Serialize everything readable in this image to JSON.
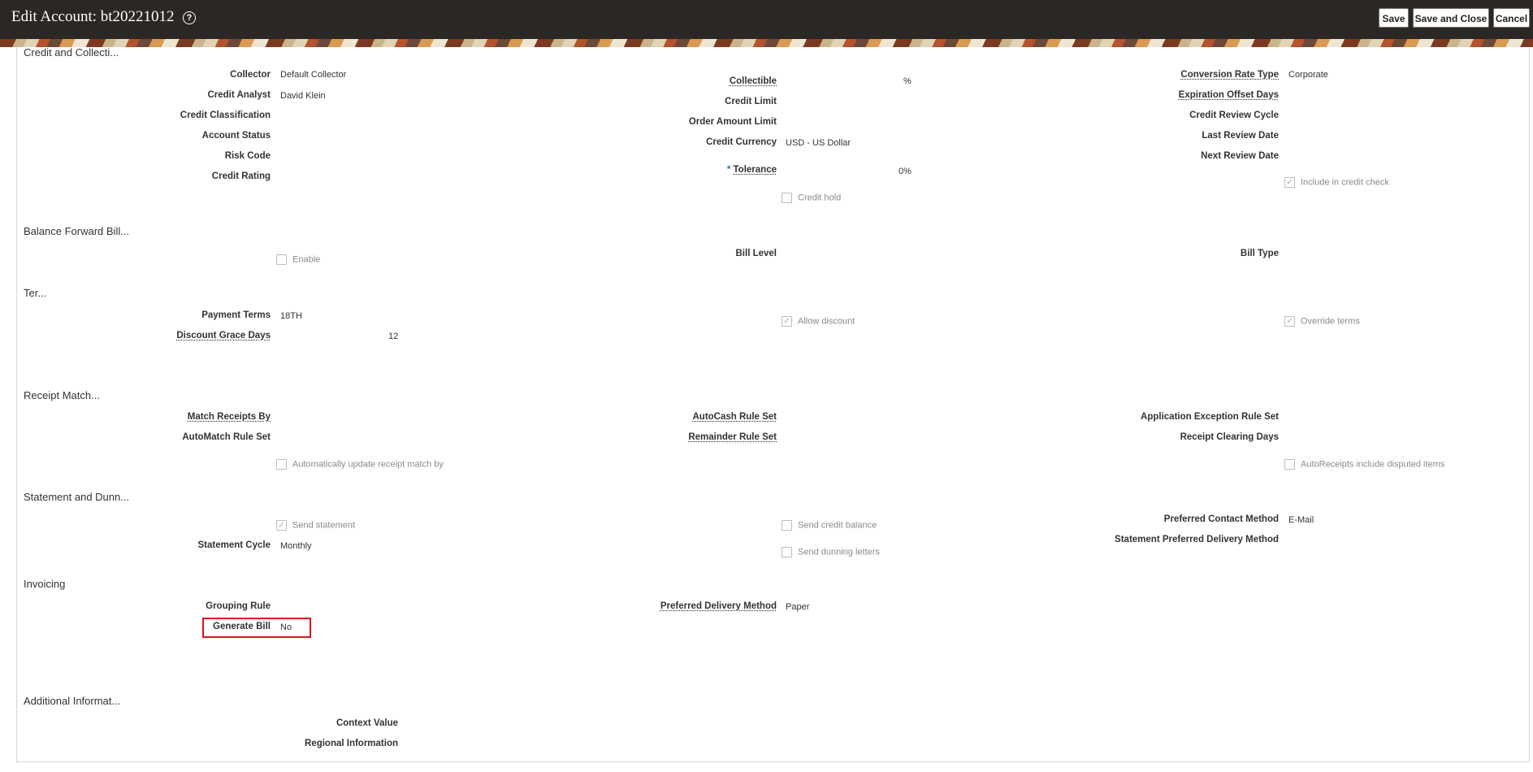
{
  "header": {
    "title": "Edit Account: bt20221012",
    "help_icon": "?",
    "save_label": "Save",
    "save_close_label": "Save and Close",
    "cancel_label": "Cancel"
  },
  "credit": {
    "section_title": "Credit and Collecti...",
    "collector_label": "Collector",
    "collector_value": "Default Collector",
    "credit_analyst_label": "Credit Analyst",
    "credit_analyst_value": "David Klein",
    "credit_classification_label": "Credit Classification",
    "account_status_label": "Account Status",
    "risk_code_label": "Risk Code",
    "credit_rating_label": "Credit Rating",
    "collectible_label": "Collectible",
    "collectible_unit": "%",
    "credit_limit_label": "Credit Limit",
    "order_amount_limit_label": "Order Amount Limit",
    "credit_currency_label": "Credit Currency",
    "credit_currency_value": "USD - US Dollar",
    "tolerance_required": "*",
    "tolerance_label": "Tolerance",
    "tolerance_value": "0%",
    "credit_hold_label": "Credit hold",
    "conversion_rate_type_label": "Conversion Rate Type",
    "conversion_rate_type_value": "Corporate",
    "expiration_offset_days_label": "Expiration Offset Days",
    "credit_review_cycle_label": "Credit Review Cycle",
    "last_review_date_label": "Last Review Date",
    "next_review_date_label": "Next Review Date",
    "include_credit_check_label": "Include in credit check"
  },
  "balance": {
    "section_title": "Balance Forward Bill...",
    "enable_label": "Enable",
    "bill_level_label": "Bill Level",
    "bill_type_label": "Bill Type"
  },
  "terms": {
    "section_title": "Ter...",
    "payment_terms_label": "Payment Terms",
    "payment_terms_value": "18TH",
    "discount_grace_days_label": "Discount Grace Days",
    "discount_grace_days_value": "12",
    "allow_discount_label": "Allow discount",
    "override_terms_label": "Override terms"
  },
  "receipt": {
    "section_title": "Receipt Match...",
    "match_receipts_by_label": "Match Receipts By",
    "automatch_rule_set_label": "AutoMatch Rule Set",
    "auto_update_label": "Automatically update receipt match by",
    "autocash_rule_set_label": "AutoCash Rule Set",
    "remainder_rule_set_label": "Remainder Rule Set",
    "application_exception_label": "Application Exception Rule Set",
    "receipt_clearing_days_label": "Receipt Clearing Days",
    "autoreceipts_disputed_label": "AutoReceipts include disputed items"
  },
  "statement": {
    "section_title": "Statement and Dunn...",
    "send_statement_label": "Send statement",
    "statement_cycle_label": "Statement Cycle",
    "statement_cycle_value": "Monthly",
    "send_credit_balance_label": "Send credit balance",
    "send_dunning_letters_label": "Send dunning letters",
    "preferred_contact_method_label": "Preferred Contact Method",
    "preferred_contact_method_value": "E-Mail",
    "statement_preferred_delivery_label": "Statement Preferred Delivery Method"
  },
  "invoicing": {
    "section_title": "Invoicing",
    "grouping_rule_label": "Grouping Rule",
    "generate_bill_label": "Generate Bill",
    "generate_bill_value": "No",
    "preferred_delivery_method_label": "Preferred Delivery Method",
    "preferred_delivery_method_value": "Paper"
  },
  "additional": {
    "section_title": "Additional Informat...",
    "context_value_label": "Context Value",
    "regional_information_label": "Regional Information"
  },
  "checkbox_states": {
    "credit_hold": false,
    "include_in_credit_check": true,
    "enable": false,
    "allow_discount": true,
    "override_terms": true,
    "auto_update_receipt_match": false,
    "autoreceipts_disputed": false,
    "send_statement": true,
    "send_credit_balance": false,
    "send_dunning_letters": false
  },
  "check_glyph": "✓",
  "colors": {
    "header_bg": "#2b2724",
    "highlight": "#e0121b",
    "required": "#2a6ebb"
  }
}
